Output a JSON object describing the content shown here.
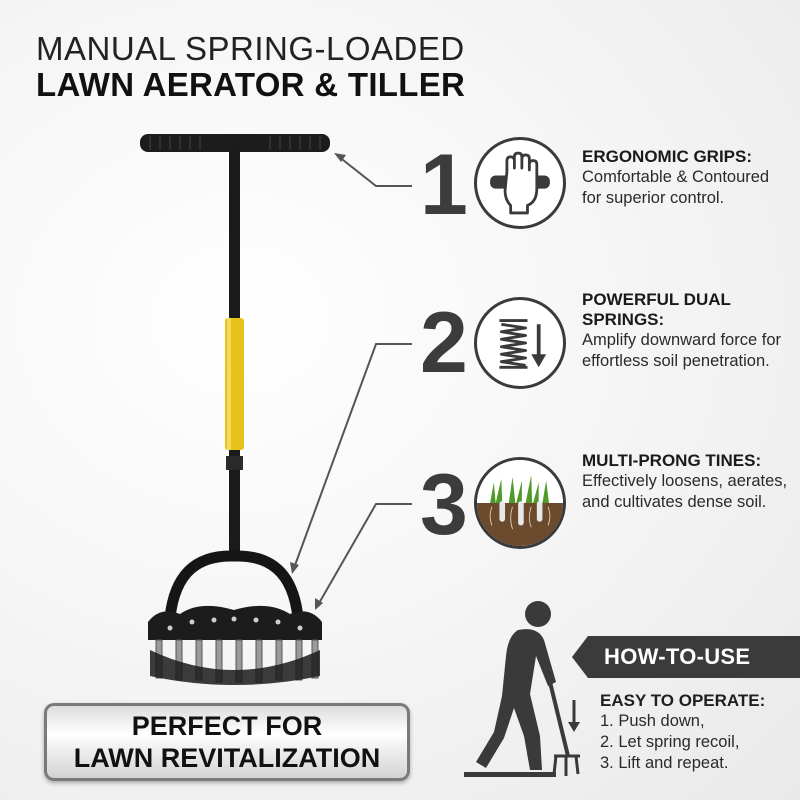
{
  "title": {
    "line1": "MANUAL SPRING-LOADED",
    "line2": "LAWN AERATOR & TILLER"
  },
  "features": [
    {
      "number": "1",
      "icon": "hand-grip-icon",
      "heading": "ERGONOMIC GRIPS:",
      "description": "Comfortable & Contoured for superior control."
    },
    {
      "number": "2",
      "icon": "spring-arrow-icon",
      "heading": "POWERFUL DUAL SPRINGS:",
      "description": "Amplify downward force for effortless soil penetration."
    },
    {
      "number": "3",
      "icon": "soil-grass-icon",
      "heading": "MULTI-PRONG TINES:",
      "description": "Effectively loosens, aerates, and cultivates dense soil."
    }
  ],
  "howto": {
    "label": "HOW-TO-USE",
    "heading": "EASY TO OPERATE:",
    "steps": [
      "1. Push down,",
      "2. Let spring recoil,",
      "3. Lift and repeat."
    ]
  },
  "banner": {
    "line1": "PERFECT FOR",
    "line2": "LAWN REVITALIZATION"
  },
  "colors": {
    "accent_yellow": "#e8c21c",
    "dark": "#3b3b3b"
  }
}
